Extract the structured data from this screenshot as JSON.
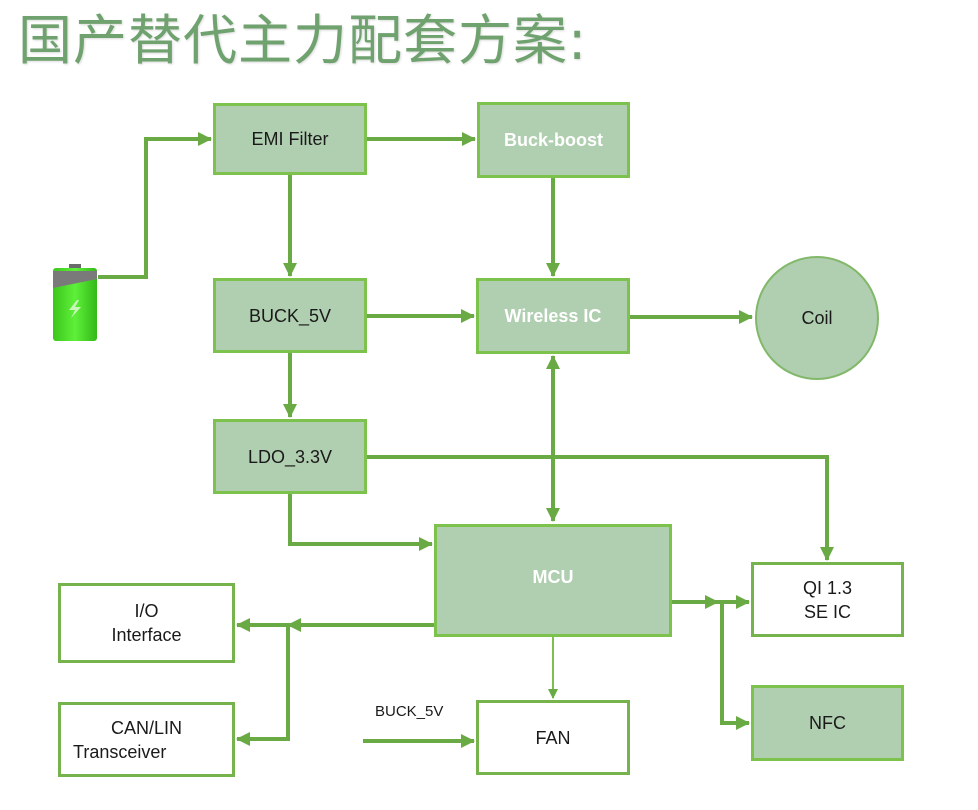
{
  "title": "国产替代主力配套方案:",
  "colors": {
    "title": "#6fa26f",
    "wire": "#6aaa45",
    "box_fill": "#b0ceb0",
    "box_border": "#7ec24e",
    "battery_green": "#4ddc2a"
  },
  "icons": {
    "battery": "battery-charging-icon"
  },
  "blocks": {
    "emi_filter": "EMI Filter",
    "buck_boost": "Buck-boost",
    "buck_5v": "BUCK_5V",
    "wireless_ic": "Wireless IC",
    "coil": "Coil",
    "ldo": "LDO_3.3V",
    "mcu": "MCU",
    "qi_line1": "QI 1.3",
    "qi_line2": "SE IC",
    "nfc": "NFC",
    "io_line1": "I/O",
    "io_line2": "Interface",
    "can_line1": "CAN/LIN",
    "can_line2": "Transceiver",
    "fan": "FAN"
  },
  "labels": {
    "fan_supply": "BUCK_5V"
  },
  "connections": [
    {
      "from": "battery",
      "to": "EMI Filter"
    },
    {
      "from": "EMI Filter",
      "to": "Buck-boost"
    },
    {
      "from": "EMI Filter",
      "to": "BUCK_5V"
    },
    {
      "from": "Buck-boost",
      "to": "Wireless IC"
    },
    {
      "from": "BUCK_5V",
      "to": "Wireless IC"
    },
    {
      "from": "BUCK_5V",
      "to": "LDO_3.3V"
    },
    {
      "from": "Wireless IC",
      "to": "Coil"
    },
    {
      "from": "Wireless IC",
      "to": "MCU",
      "bidirectional": true
    },
    {
      "from": "LDO_3.3V",
      "to": "MCU"
    },
    {
      "from": "LDO_3.3V",
      "to": "QI 1.3 SE IC"
    },
    {
      "from": "MCU",
      "to": "QI 1.3 SE IC"
    },
    {
      "from": "MCU",
      "to": "NFC"
    },
    {
      "from": "MCU",
      "to": "I/O Interface"
    },
    {
      "from": "MCU",
      "to": "CAN/LIN Transceiver"
    },
    {
      "from": "MCU",
      "to": "FAN"
    },
    {
      "from": "BUCK_5V",
      "to": "FAN"
    }
  ]
}
